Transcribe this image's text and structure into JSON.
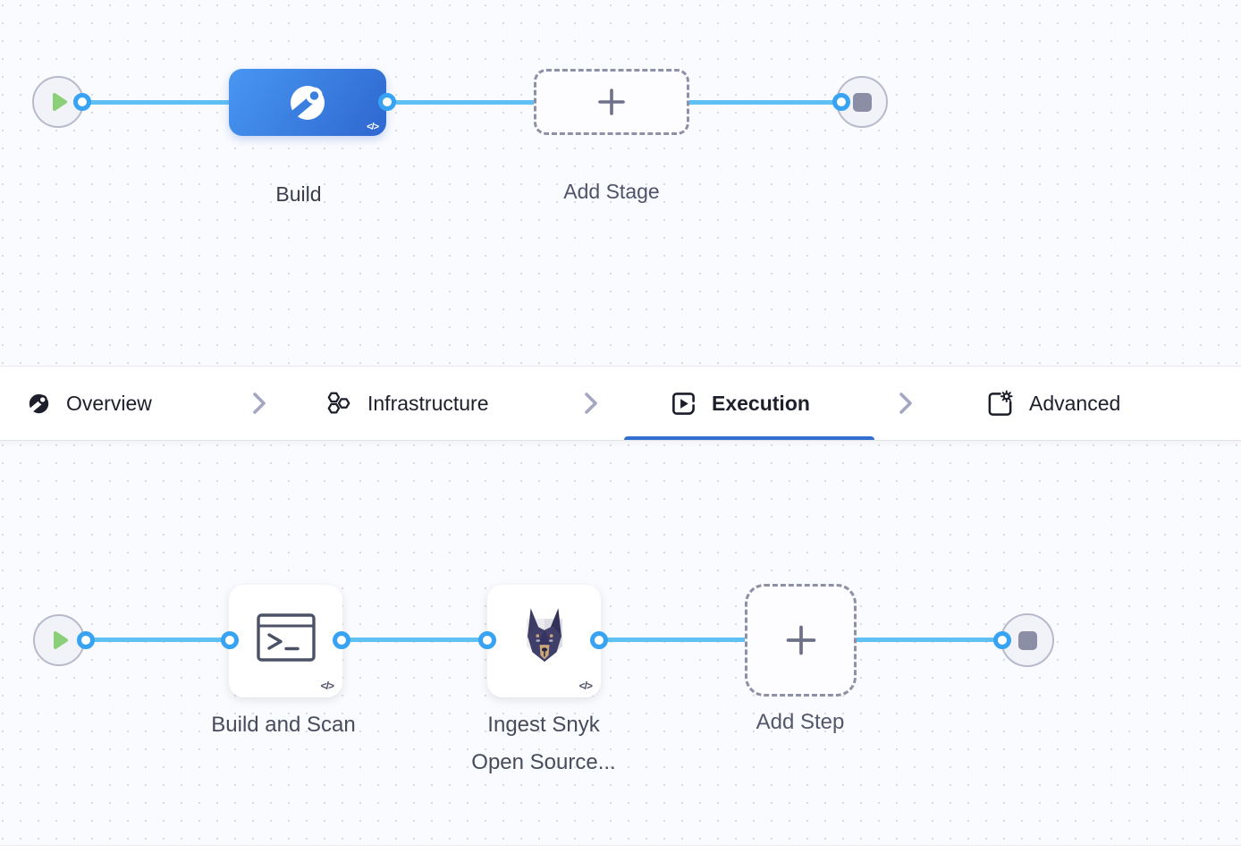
{
  "stage_pipeline": {
    "start_icon": "play-icon",
    "end_icon": "stop-icon",
    "stage": {
      "label": "Build",
      "icon": "ci-build-icon",
      "code_badge": "</>"
    },
    "add_stage": {
      "label": "Add Stage",
      "icon": "plus-icon"
    }
  },
  "tab_bar": {
    "tabs": [
      {
        "label": "Overview",
        "icon": "pipeline-overview-icon",
        "active": false
      },
      {
        "label": "Infrastructure",
        "icon": "infrastructure-icon",
        "active": false
      },
      {
        "label": "Execution",
        "icon": "execution-icon",
        "active": true
      },
      {
        "label": "Advanced",
        "icon": "advanced-icon",
        "active": false
      }
    ],
    "separator_icon": "chevron-right-icon"
  },
  "step_pipeline": {
    "start_icon": "play-icon",
    "end_icon": "stop-icon",
    "steps": [
      {
        "label": "Build and Scan",
        "icon": "run-terminal-icon",
        "code_badge": "</>",
        "label_lines": [
          "Build and Scan"
        ]
      },
      {
        "label": "Ingest Snyk Open Source...",
        "icon": "snyk-doberman-icon",
        "code_badge": "</>",
        "label_lines": [
          "Ingest Snyk",
          "Open Source..."
        ]
      }
    ],
    "add_step": {
      "label": "Add Step",
      "icon": "plus-icon"
    }
  },
  "colors": {
    "wire_blue": "#5fc0f3",
    "port_blue": "#38a3f3",
    "stage_gradient_start": "#4897f2",
    "stage_gradient_end": "#2e67d0",
    "active_tab_underline": "#336fd0",
    "play_green": "#8bd078"
  }
}
